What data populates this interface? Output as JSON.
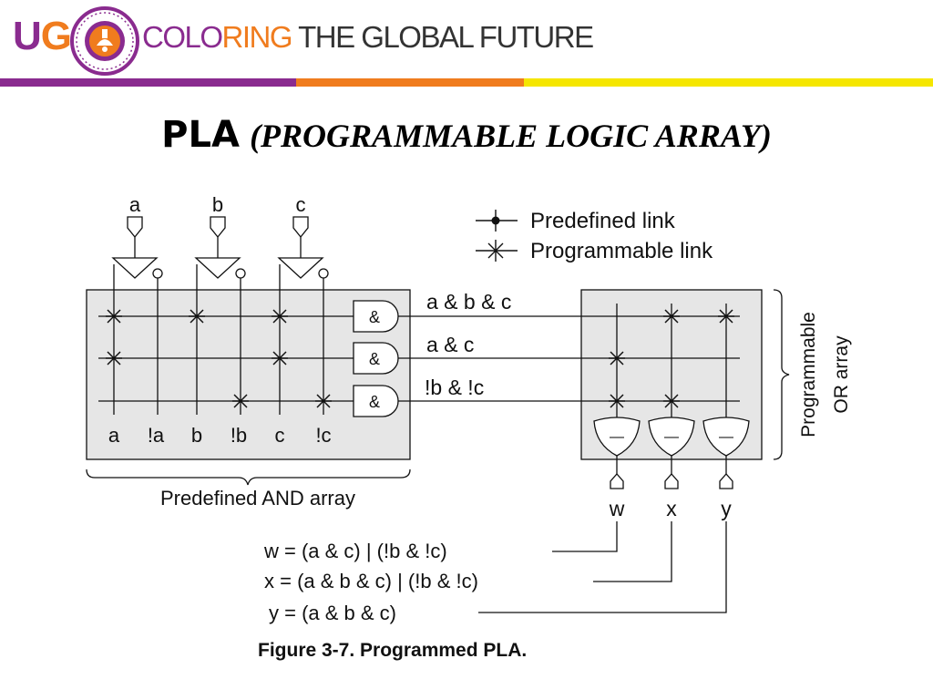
{
  "header": {
    "logo_u": "U",
    "logo_g": "G",
    "tagline_part1": "COLO",
    "tagline_part2": "RING",
    "tagline_part3": " THE GLOBAL FUTURE",
    "colors": {
      "purple": "#8a2b8f",
      "orange": "#f07c1e",
      "yellow": "#f5e600",
      "text_dark": "#333333"
    }
  },
  "slide": {
    "title_main": "PLA",
    "title_sub": "(PROGRAMMABLE LOGIC ARRAY)"
  },
  "diagram": {
    "inputs": [
      "a",
      "b",
      "c"
    ],
    "legend": {
      "predefined": "Predefined link",
      "programmable": "Programmable link"
    },
    "column_labels": [
      "a",
      "!a",
      "b",
      "!b",
      "c",
      "!c"
    ],
    "and_symbol": "&",
    "or_symbol": "—",
    "product_terms": [
      "a & b & c",
      "a & c",
      "!b & !c"
    ],
    "outputs": [
      "w",
      "x",
      "y"
    ],
    "and_array_label": "Predefined AND array",
    "or_array_label_line1": "Programmable",
    "or_array_label_line2": "OR array",
    "equations": [
      "w = (a & c) | (!b & !c)",
      "x = (a & b & c) | (!b & !c)",
      "y = (a & b & c)"
    ],
    "caption": "Figure 3-7. Programmed PLA."
  }
}
